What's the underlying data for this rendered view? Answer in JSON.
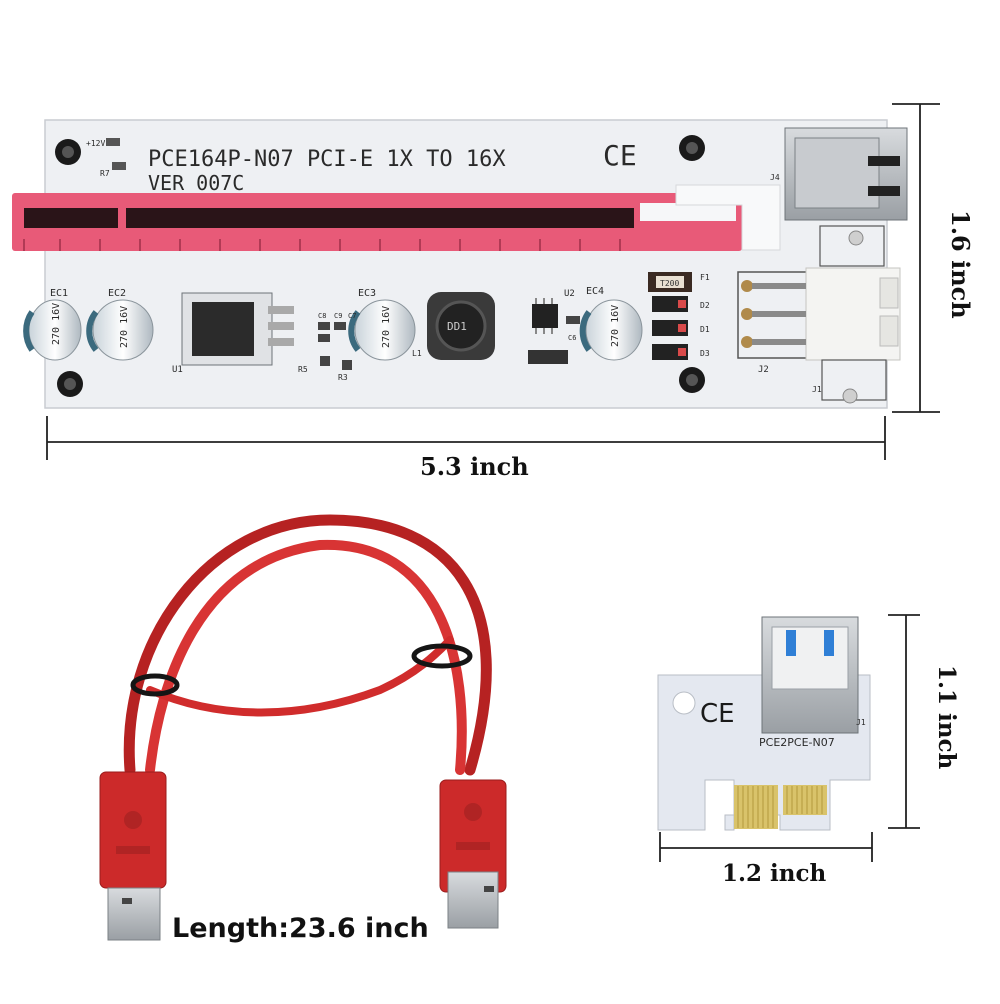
{
  "riser_board": {
    "model_text": "PCE164P-N07 PCI-E 1X TO 16X",
    "version_text": "VER 007C",
    "ce_mark": "CE",
    "labels": {
      "ec1": "EC1",
      "ec2": "EC2",
      "ec3": "EC3",
      "ec4": "EC4",
      "u1": "U1",
      "u2": "U2",
      "l1": "L1",
      "j1": "J1",
      "j2": "J2",
      "j4": "J4",
      "f1": "F1",
      "d1": "D1",
      "d2": "D2",
      "d3": "D3",
      "r5": "R5",
      "r3": "R3",
      "c8": "C8",
      "c9": "C9",
      "c7": "C7",
      "c6": "C6",
      "r7": "R7",
      "plus12v": "+12V",
      "t200": "T200",
      "cap1": "270 16V",
      "cap2": "270 16V",
      "cap3": "270 16V",
      "cap4": "270 16V",
      "inductor": "DD1"
    }
  },
  "adapter_board": {
    "model_text": "PCE2PCE-N07",
    "ce_mark": "CE",
    "j1_label": "J1"
  },
  "dimensions": {
    "riser_width": "5.3 inch",
    "riser_height": "1.6 inch",
    "adapter_width": "1.2 inch",
    "adapter_height": "1.1 inch",
    "cable_length": "Length:23.6 inch"
  },
  "colors": {
    "pcb": "#eef0f3",
    "slot": "#e85a78",
    "cable": "#d63030",
    "gold": "#d9c36a"
  }
}
